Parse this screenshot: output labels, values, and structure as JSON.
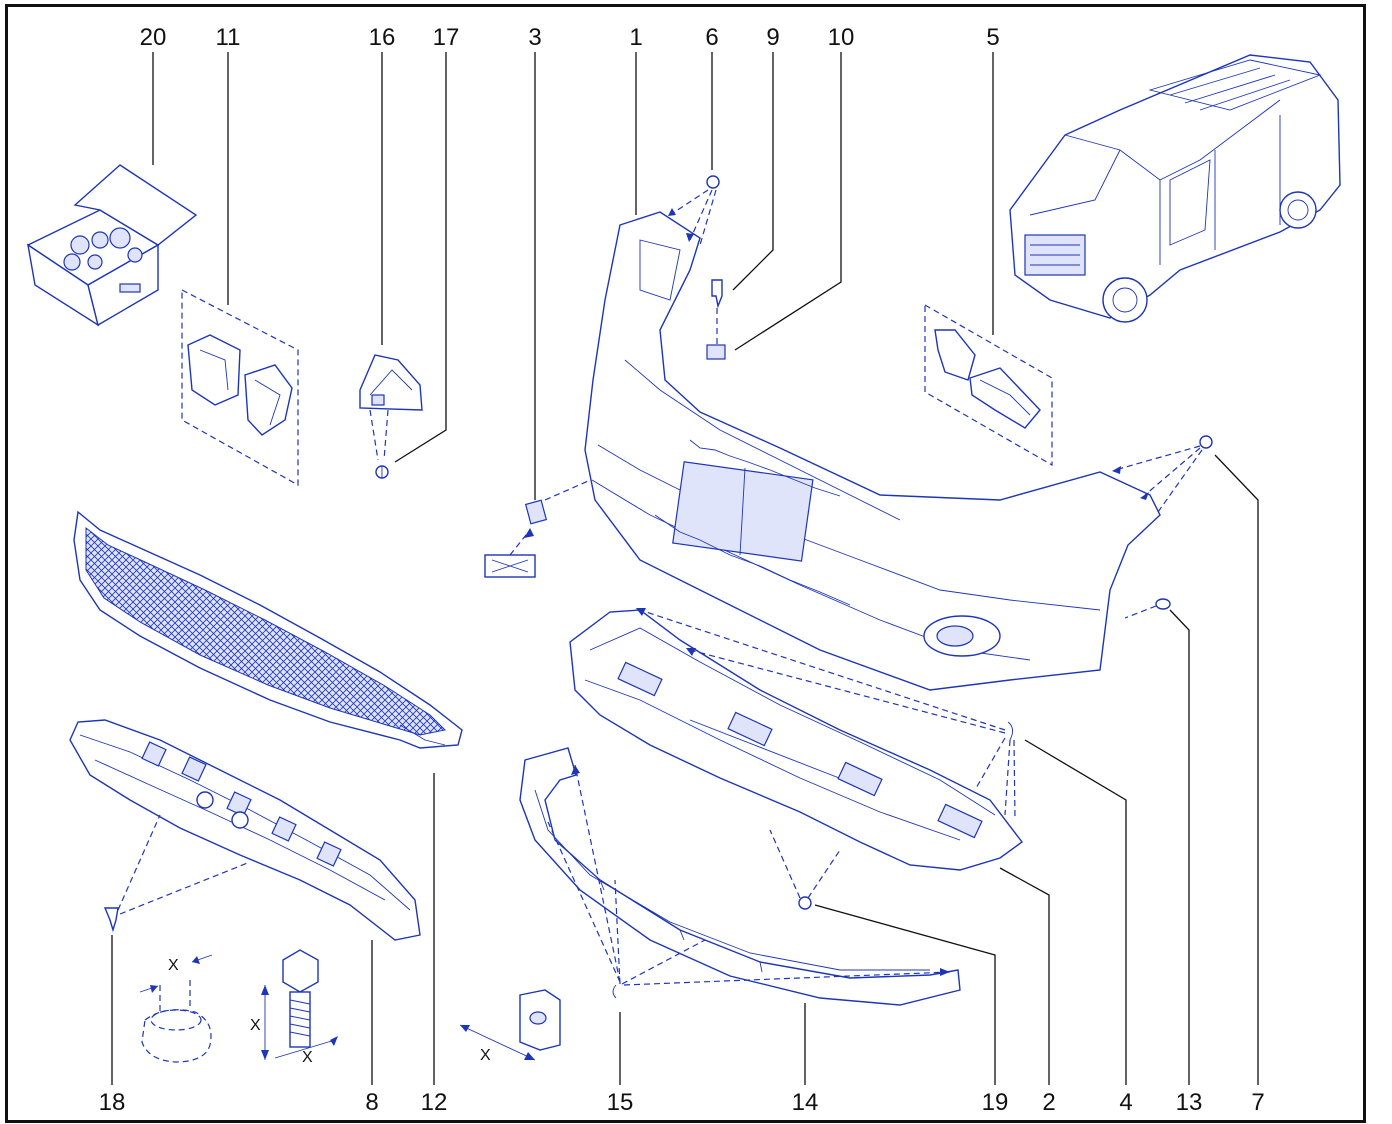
{
  "callouts": {
    "top": [
      "20",
      "11",
      "16",
      "17",
      "3",
      "1",
      "6",
      "9",
      "10",
      "5"
    ],
    "bottom": [
      "18",
      "8",
      "12",
      "15",
      "14",
      "19",
      "2",
      "4",
      "13",
      "7"
    ]
  },
  "dimension_label": "X"
}
